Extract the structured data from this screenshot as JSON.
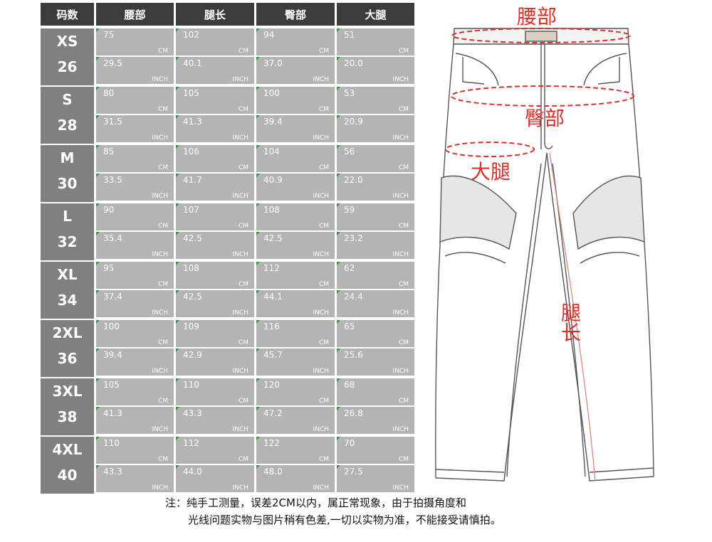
{
  "table": {
    "headers": [
      "码数",
      "腰部",
      "腿长",
      "臀部",
      "大腿"
    ],
    "cm_unit": "CM",
    "inch_unit": "INCH",
    "rows": [
      {
        "size": "XS",
        "num": "26",
        "cm": [
          "75",
          "102",
          "94",
          "51"
        ],
        "inch": [
          "29.5",
          "40.1",
          "37.0",
          "20.0"
        ]
      },
      {
        "size": "S",
        "num": "28",
        "cm": [
          "80",
          "105",
          "100",
          "53"
        ],
        "inch": [
          "31.5",
          "41.3",
          "39.4",
          "20.9"
        ]
      },
      {
        "size": "M",
        "num": "30",
        "cm": [
          "85",
          "106",
          "104",
          "56"
        ],
        "inch": [
          "33.5",
          "41.7",
          "40.9",
          "22.0"
        ]
      },
      {
        "size": "L",
        "num": "32",
        "cm": [
          "90",
          "107",
          "108",
          "59"
        ],
        "inch": [
          "35.4",
          "42.5",
          "42.5",
          "23.2"
        ]
      },
      {
        "size": "XL",
        "num": "34",
        "cm": [
          "95",
          "108",
          "112",
          "62"
        ],
        "inch": [
          "37.4",
          "42.5",
          "44.1",
          "24.4"
        ]
      },
      {
        "size": "2XL",
        "num": "36",
        "cm": [
          "100",
          "109",
          "116",
          "65"
        ],
        "inch": [
          "39.4",
          "42.9",
          "45.7",
          "25.6"
        ]
      },
      {
        "size": "3XL",
        "num": "38",
        "cm": [
          "105",
          "110",
          "120",
          "68"
        ],
        "inch": [
          "41.3",
          "43.3",
          "47.2",
          "26.8"
        ]
      },
      {
        "size": "4XL",
        "num": "40",
        "cm": [
          "110",
          "112",
          "122",
          "70"
        ],
        "inch": [
          "43.3",
          "44.0",
          "48.0",
          "27.5"
        ]
      }
    ]
  },
  "figure": {
    "waist_label": "腰部",
    "hip_label": "臀部",
    "thigh_label": "大腿",
    "length_label": "腿长",
    "accent_color": "#d9302c"
  },
  "note": {
    "line1": "注：纯手工测量，误差2CM以内，属正常现象，由于拍摄角度和",
    "line2": "光线问题实物与图片稍有色差,一切以实物为准，不能接受请慎拍。"
  }
}
